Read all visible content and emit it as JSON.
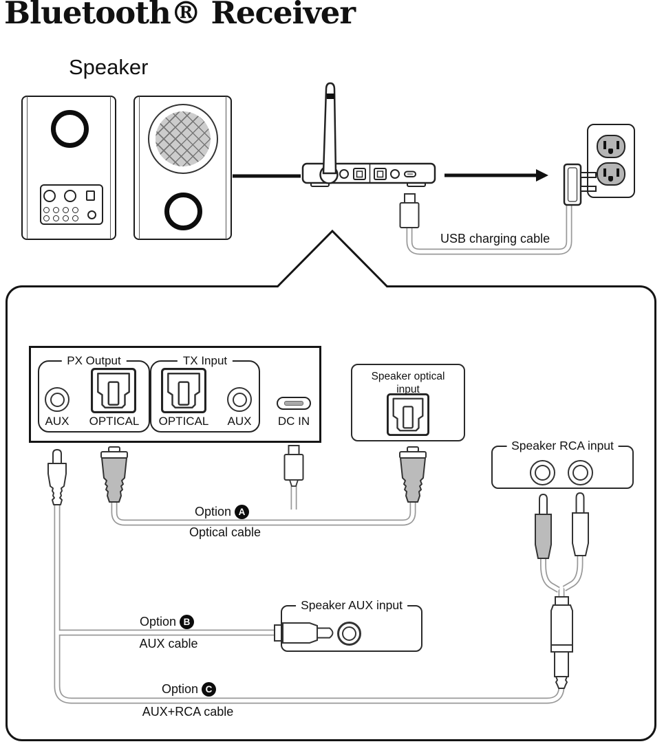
{
  "title": "Bluetooth® Receiver",
  "speaker": {
    "label": "Speaker"
  },
  "usb_cable": {
    "label": "USB charging cable"
  },
  "back_panel": {
    "px_group_label": "PX Output",
    "tx_group_label": "TX Input",
    "port_labels": {
      "px_aux": "AUX",
      "px_optical": "OPTICAL",
      "tx_optical": "OPTICAL",
      "tx_aux": "AUX",
      "dc_in": "DC IN"
    }
  },
  "inputs": {
    "optical_line1": "Speaker optical",
    "optical_line2": "input",
    "rca": "Speaker RCA input",
    "aux": "Speaker AUX input"
  },
  "options": {
    "a": {
      "label": "Option",
      "letter": "A",
      "cable": "Optical cable"
    },
    "b": {
      "label": "Option",
      "letter": "B",
      "cable": "AUX cable"
    },
    "c": {
      "label": "Option",
      "letter": "C",
      "cable": "AUX+RCA cable"
    }
  },
  "colors": {
    "line": "#1a1a1a",
    "cable": "#999999",
    "plug_gray": "#bbbbbb",
    "mesh_gray": "#cccccc",
    "outlet_gray": "#b5b5b5"
  }
}
